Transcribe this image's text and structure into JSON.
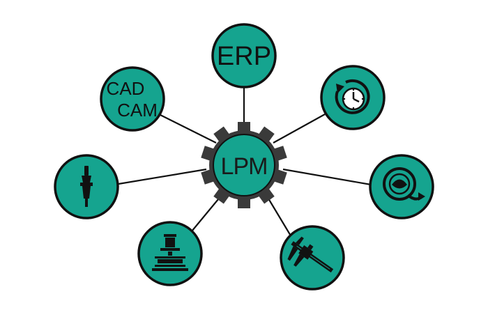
{
  "colors": {
    "node_fill": "#15a48f",
    "outline": "#111111",
    "background": "#ffffff",
    "gear_fill": "#3a3a3a"
  },
  "hub": {
    "label": "LPM",
    "icon": "gear-icon"
  },
  "nodes": [
    {
      "id": "erp",
      "label": "ERP"
    },
    {
      "id": "cadcam",
      "label_line1": "CAD",
      "label_line2": "CAM"
    },
    {
      "id": "clock",
      "icon": "clock-refresh-icon"
    },
    {
      "id": "tool",
      "icon": "tool-holder-icon"
    },
    {
      "id": "quality",
      "icon": "quality-q-icon"
    },
    {
      "id": "machine",
      "icon": "machine-tool-icon"
    },
    {
      "id": "caliper",
      "icon": "caliper-icon"
    }
  ]
}
